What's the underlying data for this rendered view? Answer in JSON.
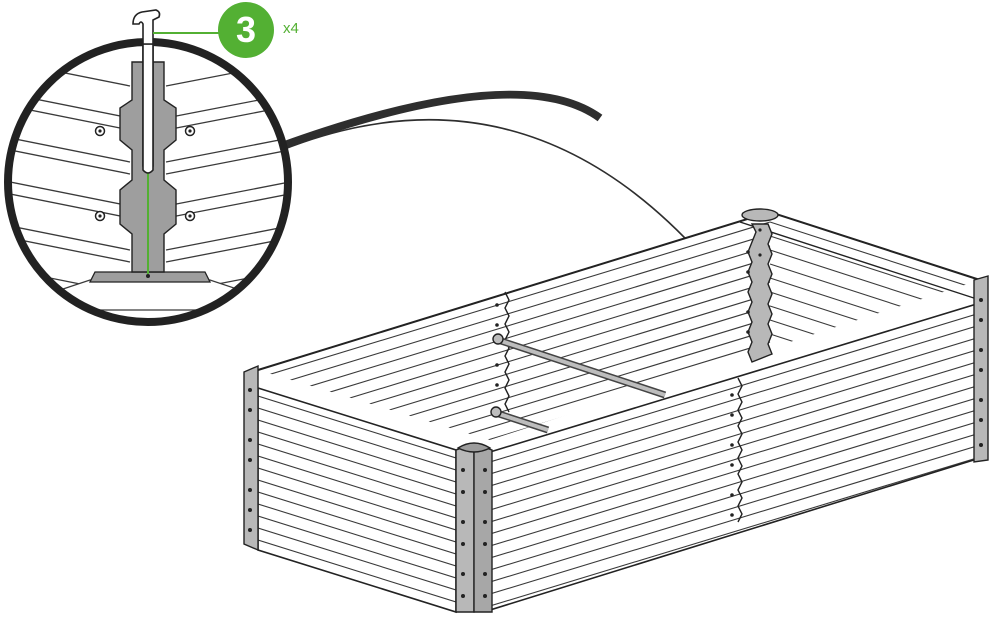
{
  "step": {
    "number": "3",
    "quantity": "x4",
    "badge_color": "#53b033",
    "leader_color": "#53b033"
  },
  "illustration": {
    "subject": "raised-garden-bed-corner-pin",
    "icons": [
      "pin-icon",
      "magnifier-callout",
      "garden-bed-icon",
      "brace-rod-icon",
      "corner-post-icon"
    ]
  }
}
